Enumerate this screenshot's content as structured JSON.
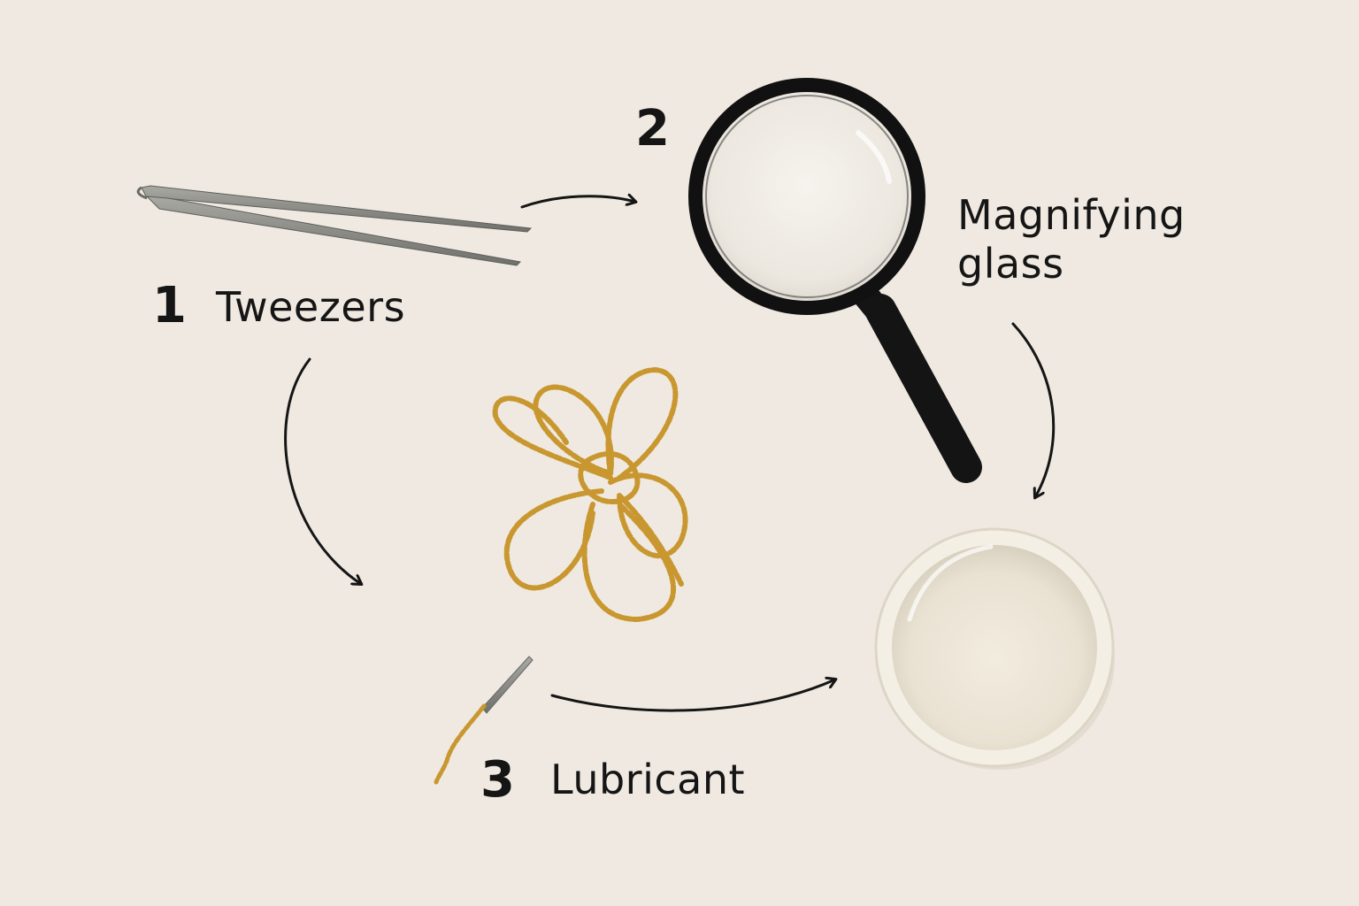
{
  "steps": [
    {
      "number": "1",
      "label": "Tweezers",
      "icon": "tweezers-icon"
    },
    {
      "number": "2",
      "label_line1": "Magnifying",
      "label_line2": "glass",
      "icon": "magnifying-glass-icon"
    },
    {
      "number": "3",
      "label": "Lubricant",
      "icon": "bowl-icon"
    }
  ],
  "center_item": {
    "icon": "tangled-chain-icon"
  },
  "small_item": {
    "icon": "needle-with-chain-icon"
  },
  "colors": {
    "background": "#efe9e1",
    "text": "#151515",
    "gold": "#c9972f",
    "steel": "#8c8c88",
    "magnifier_frame": "#111111",
    "bowl": "#f4efe4"
  }
}
